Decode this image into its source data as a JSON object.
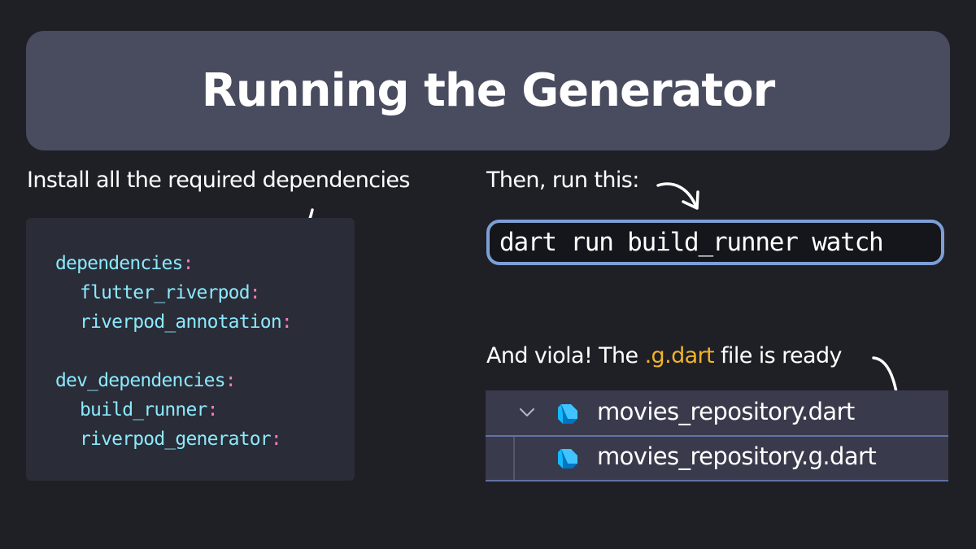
{
  "title": "Running the Generator",
  "left": {
    "caption": "Install all the required dependencies",
    "code": {
      "lines": [
        {
          "key": "dependencies",
          "colon": ":"
        },
        {
          "key": "flutter_riverpod",
          "colon": ":"
        },
        {
          "key": "riverpod_annotation",
          "colon": ":"
        },
        {
          "key": "dev_dependencies",
          "colon": ":"
        },
        {
          "key": "build_runner",
          "colon": ":"
        },
        {
          "key": "riverpod_generator",
          "colon": ":"
        }
      ]
    }
  },
  "right": {
    "caption": "Then, run this:",
    "command": "dart run build_runner watch",
    "ready_caption": {
      "before": "And viola! The ",
      "highlight": ".g.dart",
      "after": " file is ready"
    },
    "files": [
      {
        "name": "movies_repository.dart",
        "icon": "dart-icon",
        "expanded": true
      },
      {
        "name": "movies_repository.g.dart",
        "icon": "dart-icon"
      }
    ]
  },
  "colors": {
    "background": "#1f1f26",
    "title_banner": "#494b5f",
    "code_panel": "#2a2c37",
    "code_key": "#8be9fd",
    "code_colon": "#ff79c6",
    "command_border": "#7d9fd6",
    "highlight": "#f0b429",
    "tree_row": "#393b4c"
  }
}
